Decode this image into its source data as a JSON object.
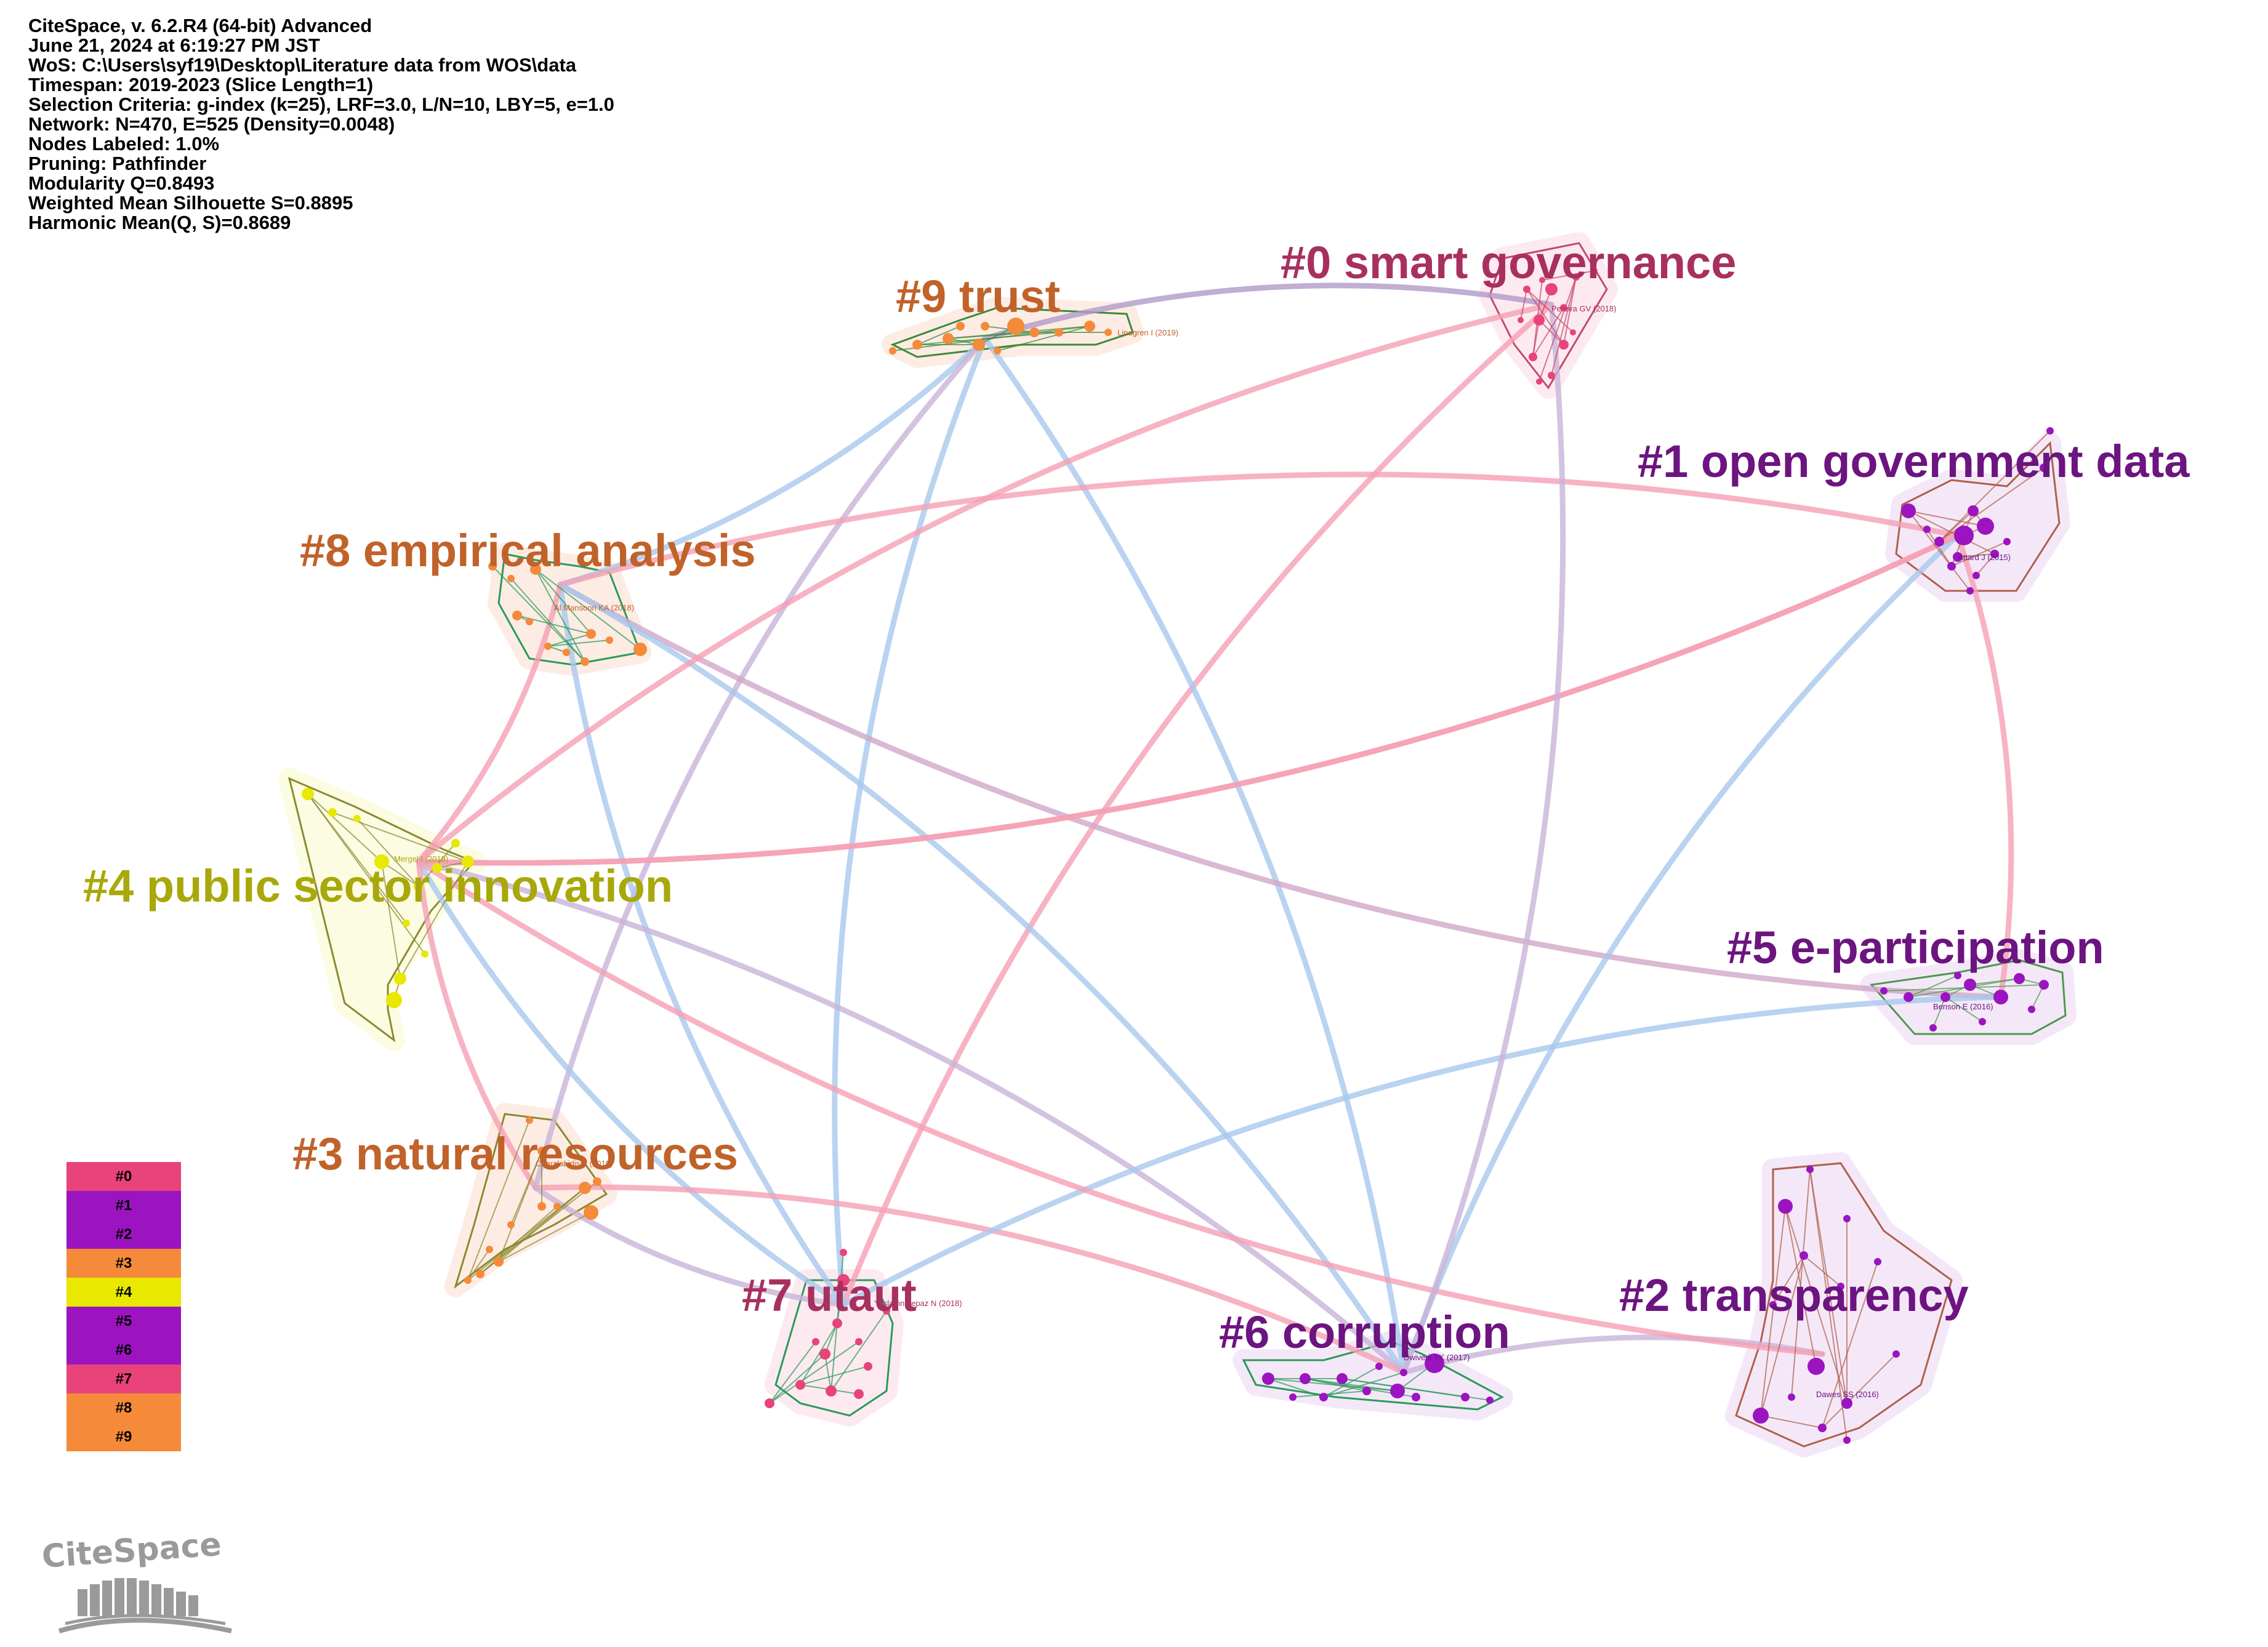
{
  "header": {
    "lines": [
      "CiteSpace, v. 6.2.R4 (64-bit) Advanced",
      "June 21, 2024 at 6:19:27 PM JST",
      "WoS: C:\\Users\\syf19\\Desktop\\Literature data from WOS\\data",
      "Timespan: 2019-2023 (Slice Length=1)",
      "Selection Criteria: g-index (k=25), LRF=3.0, L/N=10, LBY=5, e=1.0",
      "Network: N=470, E=525 (Density=0.0048)",
      "Nodes Labeled: 1.0%",
      "Pruning: Pathfinder",
      "Modularity Q=0.8493",
      "Weighted Mean Silhouette S=0.8895",
      "Harmonic Mean(Q, S)=0.8689"
    ]
  },
  "clusters": [
    {
      "id": "0",
      "label": "#0 smart governance",
      "color": "#a8305e",
      "node_color": "#e8437a",
      "node_label": "Pereira GV (2018)"
    },
    {
      "id": "1",
      "label": "#1 open government data",
      "color": "#6c1480",
      "node_color": "#9b14c0",
      "node_label": "Attard J (2015)"
    },
    {
      "id": "2",
      "label": "#2 transparency",
      "color": "#6c1480",
      "node_color": "#9b14c0",
      "node_label": "Dawes SS (2016)"
    },
    {
      "id": "3",
      "label": "#3 natural resources",
      "color": "#c0622a",
      "node_color": "#f48a3a",
      "node_label": "Charalabidis Y (2019)"
    },
    {
      "id": "4",
      "label": "#4 public sector innovation",
      "color": "#a8a80a",
      "node_color": "#e8e800",
      "node_label": "Mergel I (2019)"
    },
    {
      "id": "5",
      "label": "#5 e-participation",
      "color": "#6c1480",
      "node_color": "#9b14c0",
      "node_label": "Benson E (2016)"
    },
    {
      "id": "6",
      "label": "#6 corruption",
      "color": "#6c1480",
      "node_color": "#9b14c0",
      "node_label": "Dwivedi YK (2017)"
    },
    {
      "id": "7",
      "label": "#7 utaut",
      "color": "#a8305e",
      "node_color": "#e8437a",
      "node_label": "Yeslamnatepaz N (2018)"
    },
    {
      "id": "8",
      "label": "#8 empirical analysis",
      "color": "#c0622a",
      "node_color": "#f48a3a",
      "node_label": "Al Mansoori KA (2018)"
    },
    {
      "id": "9",
      "label": "#9 trust",
      "color": "#c0622a",
      "node_color": "#f48a3a",
      "node_label": "Lindgren I (2019)"
    }
  ],
  "links": [
    {
      "from": "9",
      "to": "0",
      "color": "#b09ac8"
    },
    {
      "from": "0",
      "to": "7",
      "color": "#f5a0b4"
    },
    {
      "from": "9",
      "to": "8",
      "color": "#a8c8ee"
    },
    {
      "from": "9",
      "to": "7",
      "color": "#a8c8ee"
    },
    {
      "from": "9",
      "to": "6",
      "color": "#a8c8ee"
    },
    {
      "from": "9",
      "to": "3",
      "color": "#c8b4d8"
    },
    {
      "from": "8",
      "to": "1",
      "color": "#f5a0b4"
    },
    {
      "from": "8",
      "to": "5",
      "color": "#d0a8c8"
    },
    {
      "from": "8",
      "to": "6",
      "color": "#a8c8ee"
    },
    {
      "from": "8",
      "to": "7",
      "color": "#a8c8ee"
    },
    {
      "from": "4",
      "to": "0",
      "color": "#f5a0b4"
    },
    {
      "from": "4",
      "to": "1",
      "color": "#f5a0b4"
    },
    {
      "from": "4",
      "to": "6",
      "color": "#c8b4d8"
    },
    {
      "from": "4",
      "to": "7",
      "color": "#a8c8ee"
    },
    {
      "from": "3",
      "to": "4",
      "color": "#f5a0b4"
    },
    {
      "from": "4",
      "to": "8",
      "color": "#f5a0b4"
    },
    {
      "from": "3",
      "to": "6",
      "color": "#f5a0b4"
    },
    {
      "from": "3",
      "to": "7",
      "color": "#c8b4d8"
    },
    {
      "from": "1",
      "to": "5",
      "color": "#f5a0b4"
    },
    {
      "from": "1",
      "to": "6",
      "color": "#a8c8ee"
    },
    {
      "from": "1",
      "to": "4",
      "color": "#f5a0b4"
    },
    {
      "from": "5",
      "to": "7",
      "color": "#a8c8ee"
    },
    {
      "from": "6",
      "to": "2",
      "color": "#c8b4d8"
    },
    {
      "from": "4",
      "to": "2",
      "color": "#f5a0b4"
    },
    {
      "from": "0",
      "to": "6",
      "color": "#c8b4d8"
    }
  ],
  "legend": [
    {
      "label": "#0",
      "color": "#e8437a"
    },
    {
      "label": "#1",
      "color": "#9b14c0"
    },
    {
      "label": "#2",
      "color": "#9b14c0"
    },
    {
      "label": "#3",
      "color": "#f48a3a"
    },
    {
      "label": "#4",
      "color": "#e8e800"
    },
    {
      "label": "#5",
      "color": "#9b14c0"
    },
    {
      "label": "#6",
      "color": "#9b14c0"
    },
    {
      "label": "#7",
      "color": "#e8437a"
    },
    {
      "label": "#8",
      "color": "#f48a3a"
    },
    {
      "label": "#9",
      "color": "#f48a3a"
    }
  ],
  "logo": {
    "text": "CiteSpace"
  }
}
